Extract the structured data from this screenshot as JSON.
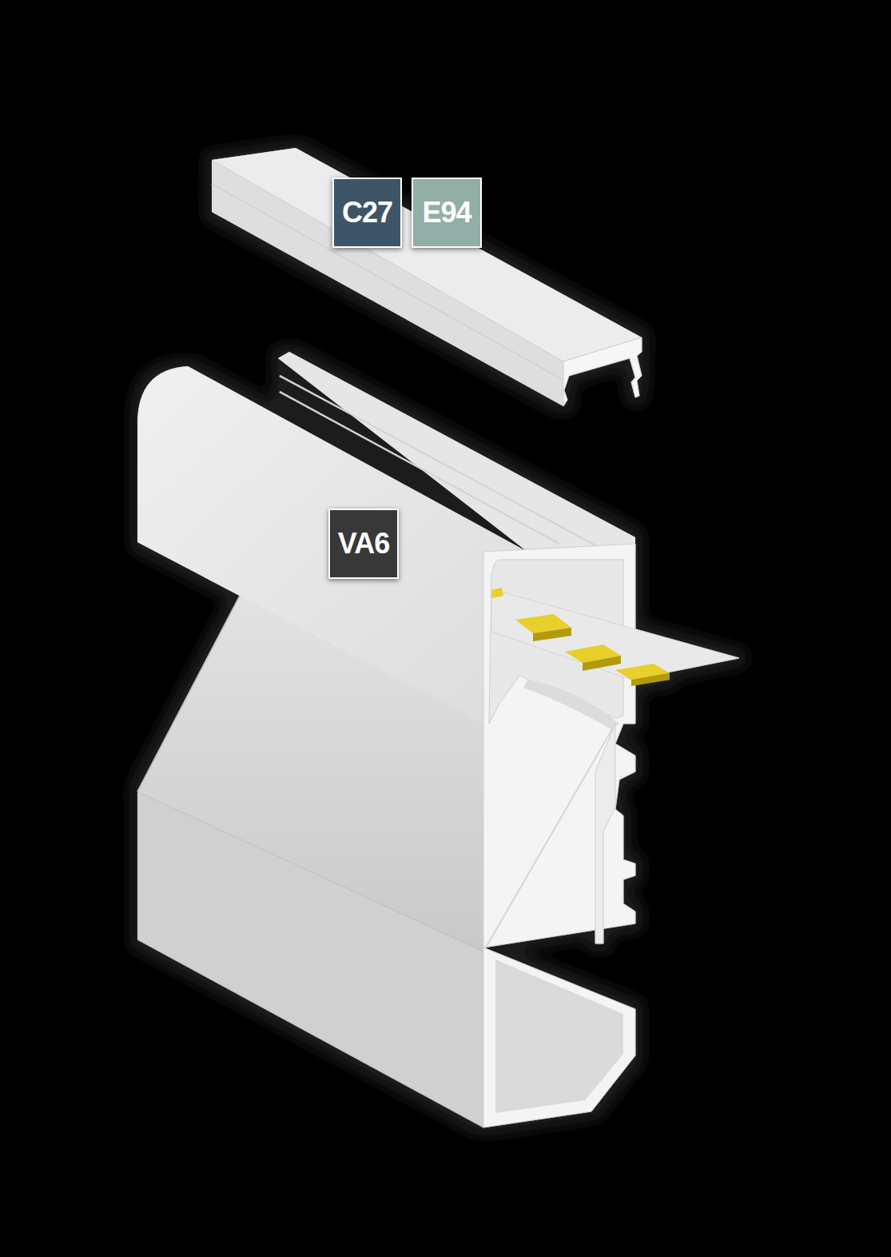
{
  "diagram": {
    "nodes": [
      {
        "text": [
          "C27"
        ]
      },
      {
        "text": [
          "E94"
        ]
      },
      {
        "text": [
          "VA6"
        ]
      }
    ]
  }
}
